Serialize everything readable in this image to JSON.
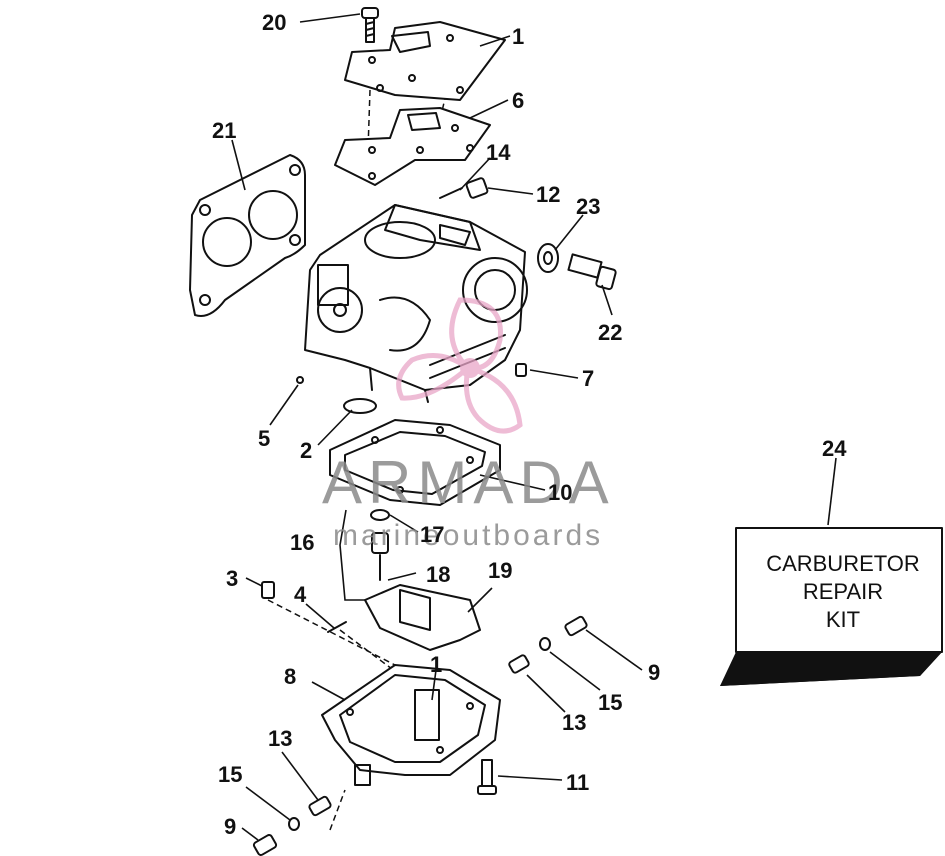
{
  "diagram": {
    "callouts": [
      {
        "id": "c20",
        "label": "20"
      },
      {
        "id": "c1a",
        "label": "1"
      },
      {
        "id": "c6",
        "label": "6"
      },
      {
        "id": "c21",
        "label": "21"
      },
      {
        "id": "c14",
        "label": "14"
      },
      {
        "id": "c12",
        "label": "12"
      },
      {
        "id": "c23",
        "label": "23"
      },
      {
        "id": "c22",
        "label": "22"
      },
      {
        "id": "c7",
        "label": "7"
      },
      {
        "id": "c5",
        "label": "5"
      },
      {
        "id": "c2",
        "label": "2"
      },
      {
        "id": "c10",
        "label": "10"
      },
      {
        "id": "c16",
        "label": "16"
      },
      {
        "id": "c17",
        "label": "17"
      },
      {
        "id": "c18",
        "label": "18"
      },
      {
        "id": "c19",
        "label": "19"
      },
      {
        "id": "c3",
        "label": "3"
      },
      {
        "id": "c4",
        "label": "4"
      },
      {
        "id": "c1b",
        "label": "1"
      },
      {
        "id": "c8",
        "label": "8"
      },
      {
        "id": "c9a",
        "label": "9"
      },
      {
        "id": "c15a",
        "label": "15"
      },
      {
        "id": "c13a",
        "label": "13"
      },
      {
        "id": "c11",
        "label": "11"
      },
      {
        "id": "c13b",
        "label": "13"
      },
      {
        "id": "c15b",
        "label": "15"
      },
      {
        "id": "c9b",
        "label": "9"
      },
      {
        "id": "c24",
        "label": "24"
      }
    ],
    "kit_box": {
      "line1": "CARBURETOR",
      "line2": "REPAIR",
      "line3": "KIT"
    }
  },
  "watermark": {
    "brand": "ARMADA",
    "tagline": "marineoutboards",
    "logo_color": "#e9a6c8",
    "text_color": "#8a8a8a"
  }
}
